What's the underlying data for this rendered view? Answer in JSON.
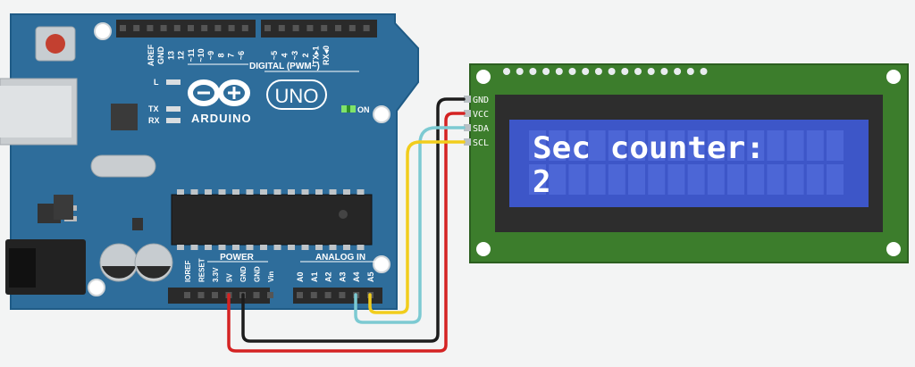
{
  "arduino": {
    "brand": "ARDUINO",
    "model": "UNO",
    "digital_header": "DIGITAL (PWM~)",
    "digital_pins": [
      "AREF",
      "GND",
      "13",
      "12",
      "~11",
      "~10",
      "~9",
      "8",
      "7",
      "~6",
      "~5",
      "4",
      "~3",
      "2",
      "TX▸1",
      "RX◂0"
    ],
    "leds": {
      "l": "L",
      "tx": "TX",
      "rx": "RX",
      "on": "ON"
    },
    "power_header": "POWER",
    "analog_header": "ANALOG IN",
    "power_pins": [
      "IOREF",
      "RESET",
      "3.3V",
      "5V",
      "GND",
      "GND",
      "Vin"
    ],
    "analog_pins": [
      "A0",
      "A1",
      "A2",
      "A3",
      "A4",
      "A5"
    ]
  },
  "lcd": {
    "pins": [
      "GND",
      "VCC",
      "SDA",
      "SCL"
    ],
    "line1": "Sec counter:",
    "line2": "2",
    "backlight": "#3d56c8"
  },
  "wires": [
    {
      "name": "gnd-wire",
      "color": "#1c1c1c"
    },
    {
      "name": "vcc-wire",
      "color": "#d42323"
    },
    {
      "name": "sda-wire",
      "color": "#7ccad2"
    },
    {
      "name": "scl-wire",
      "color": "#f1cd1c"
    }
  ],
  "colors": {
    "board": "#2e6d9b",
    "board_edge": "#1f5b86",
    "pcb_green": "#3c7d2c"
  }
}
